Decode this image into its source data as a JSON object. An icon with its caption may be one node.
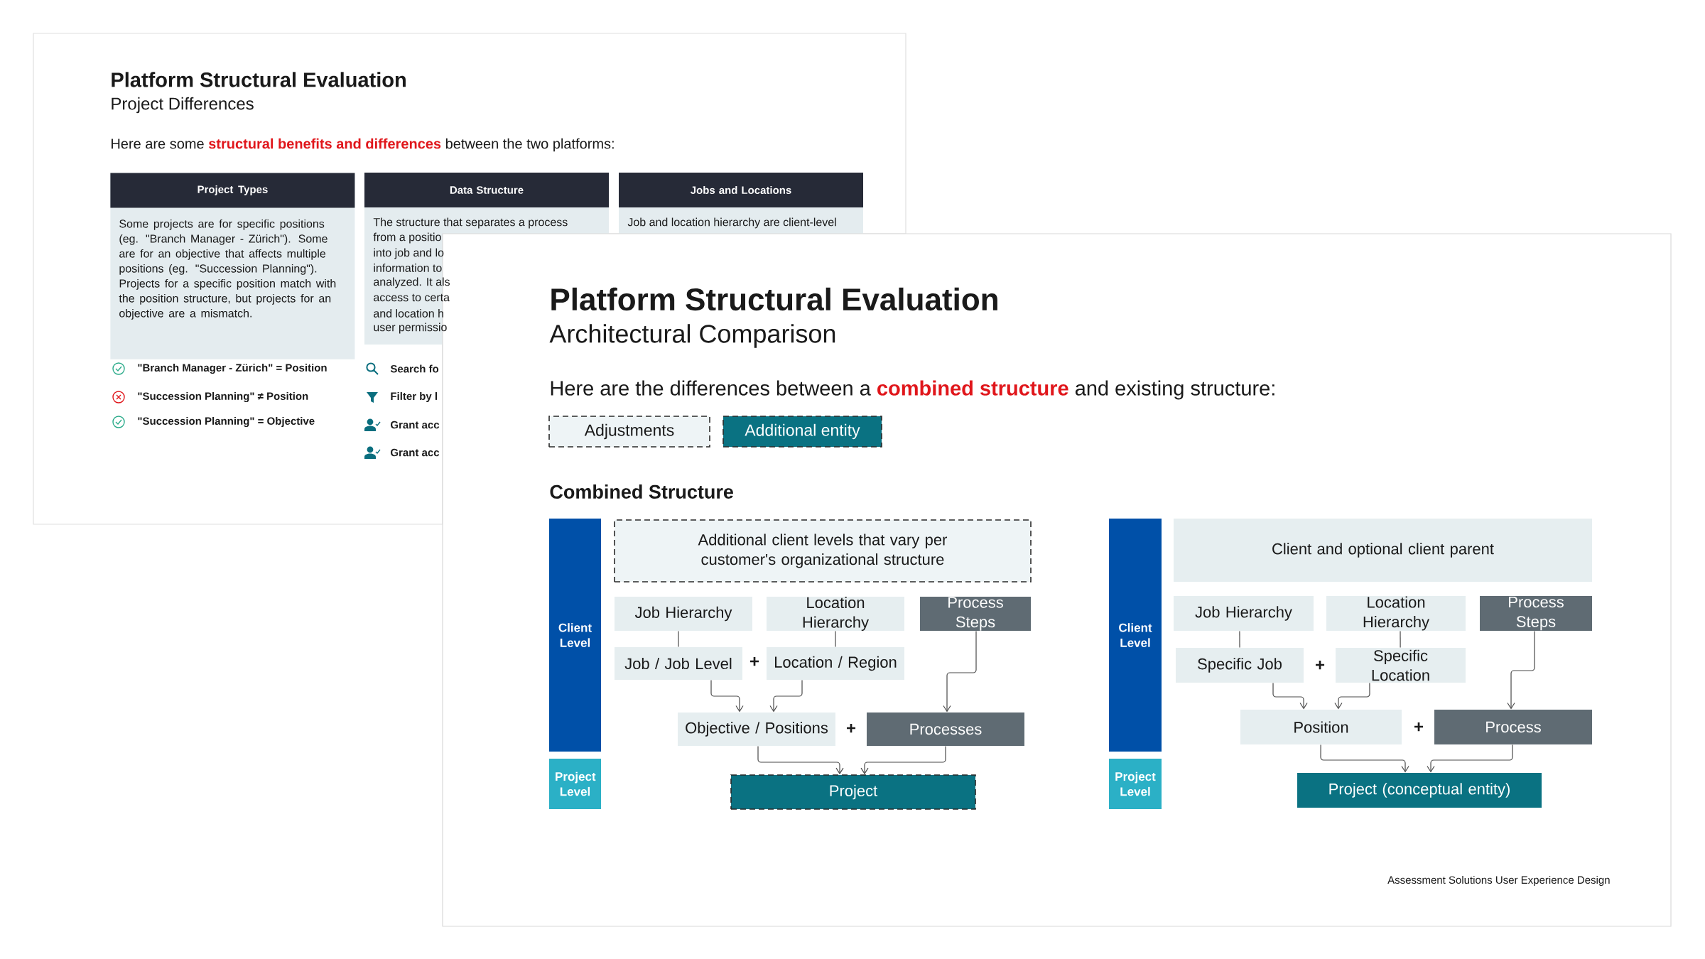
{
  "diagram": {
    "title": "Platform Structural Evaluation",
    "nodes": [
      {
        "text": [
          "Project Types",
          "Some projects are for specific positions (eg. \"Branch Manager - Zürich\"). Some are for an objective that affects multiple positions (eg. \"Succession Planning\"). Projects for a specific position match with the position structure, but projects for an objective are a mismatch."
        ]
      },
      {
        "text": [
          "Data Structure"
        ]
      },
      {
        "text": [
          "Jobs and Locations"
        ]
      },
      {
        "text": [
          "Client Level"
        ]
      },
      {
        "text": [
          "Project Level"
        ]
      },
      {
        "text": [
          "Additional client levels that vary per customer's organizational structure"
        ]
      },
      {
        "text": [
          "Job Hierarchy"
        ]
      },
      {
        "text": [
          "Location Hierarchy"
        ]
      },
      {
        "text": [
          "Process Steps"
        ]
      },
      {
        "text": [
          "Job / Job Level"
        ]
      },
      {
        "text": [
          "Location / Region"
        ]
      },
      {
        "text": [
          "Objective / Positions"
        ]
      },
      {
        "text": [
          "Processes"
        ]
      },
      {
        "text": [
          "Project"
        ]
      },
      {
        "text": [
          "Client Level"
        ]
      },
      {
        "text": [
          "Project Level"
        ]
      },
      {
        "text": [
          "Client and optional client parent"
        ]
      },
      {
        "text": [
          "Job Hierarchy"
        ]
      },
      {
        "text": [
          "Location Hierarchy"
        ]
      },
      {
        "text": [
          "Process Steps"
        ]
      },
      {
        "text": [
          "Specific Job"
        ]
      },
      {
        "text": [
          "Specific Location"
        ]
      },
      {
        "text": [
          "Position"
        ]
      },
      {
        "text": [
          "Process"
        ]
      },
      {
        "text": [
          "Project (conceptual entity)"
        ]
      }
    ],
    "edges": [
      {
        "from": 6,
        "to": 9,
        "arrow": "none"
      },
      {
        "from": 7,
        "to": 10,
        "arrow": "none"
      },
      {
        "from": 9,
        "to": 11,
        "arrow": "to"
      },
      {
        "from": 10,
        "to": 11,
        "arrow": "to"
      },
      {
        "from": 8,
        "to": 12,
        "arrow": "to"
      },
      {
        "from": 11,
        "to": 13,
        "arrow": "to"
      },
      {
        "from": 12,
        "to": 13,
        "arrow": "to"
      },
      {
        "from": 17,
        "to": 20,
        "arrow": "none"
      },
      {
        "from": 18,
        "to": 21,
        "arrow": "none"
      },
      {
        "from": 20,
        "to": 22,
        "arrow": "to"
      },
      {
        "from": 21,
        "to": 22,
        "arrow": "to"
      },
      {
        "from": 19,
        "to": 23,
        "arrow": "to"
      },
      {
        "from": 22,
        "to": 24,
        "arrow": "to"
      },
      {
        "from": 23,
        "to": 24,
        "arrow": "to"
      }
    ],
    "labels": [
      "Platform Structural Evaluation",
      "Project Differences",
      "Here are some **structural benefits and differences** between the two platforms:",
      "The structure that separates a process",
      "from a positio",
      "into job and lo",
      "information to",
      "analyzed. It als",
      "access to certa",
      "and location h",
      "user permissio",
      "Job and location hierarchy are client-level",
      "\"Branch Manager - Zürich\" = Position",
      "\"Succession Planning\" ≠ Position",
      "\"Succession Planning\" = Objective",
      "Search fo",
      "Filter by l",
      "Grant acc",
      "Grant acc",
      "Architectural Comparison",
      "Here are the differences between a **combined structure** and existing structure:",
      "Combined Structure",
      "+",
      "+",
      "+",
      "+",
      "Assessment Solutions User Experience Design"
    ],
    "legend": [
      {
        "text": "Adjustments"
      },
      {
        "text": "Additional entity"
      }
    ]
  }
}
